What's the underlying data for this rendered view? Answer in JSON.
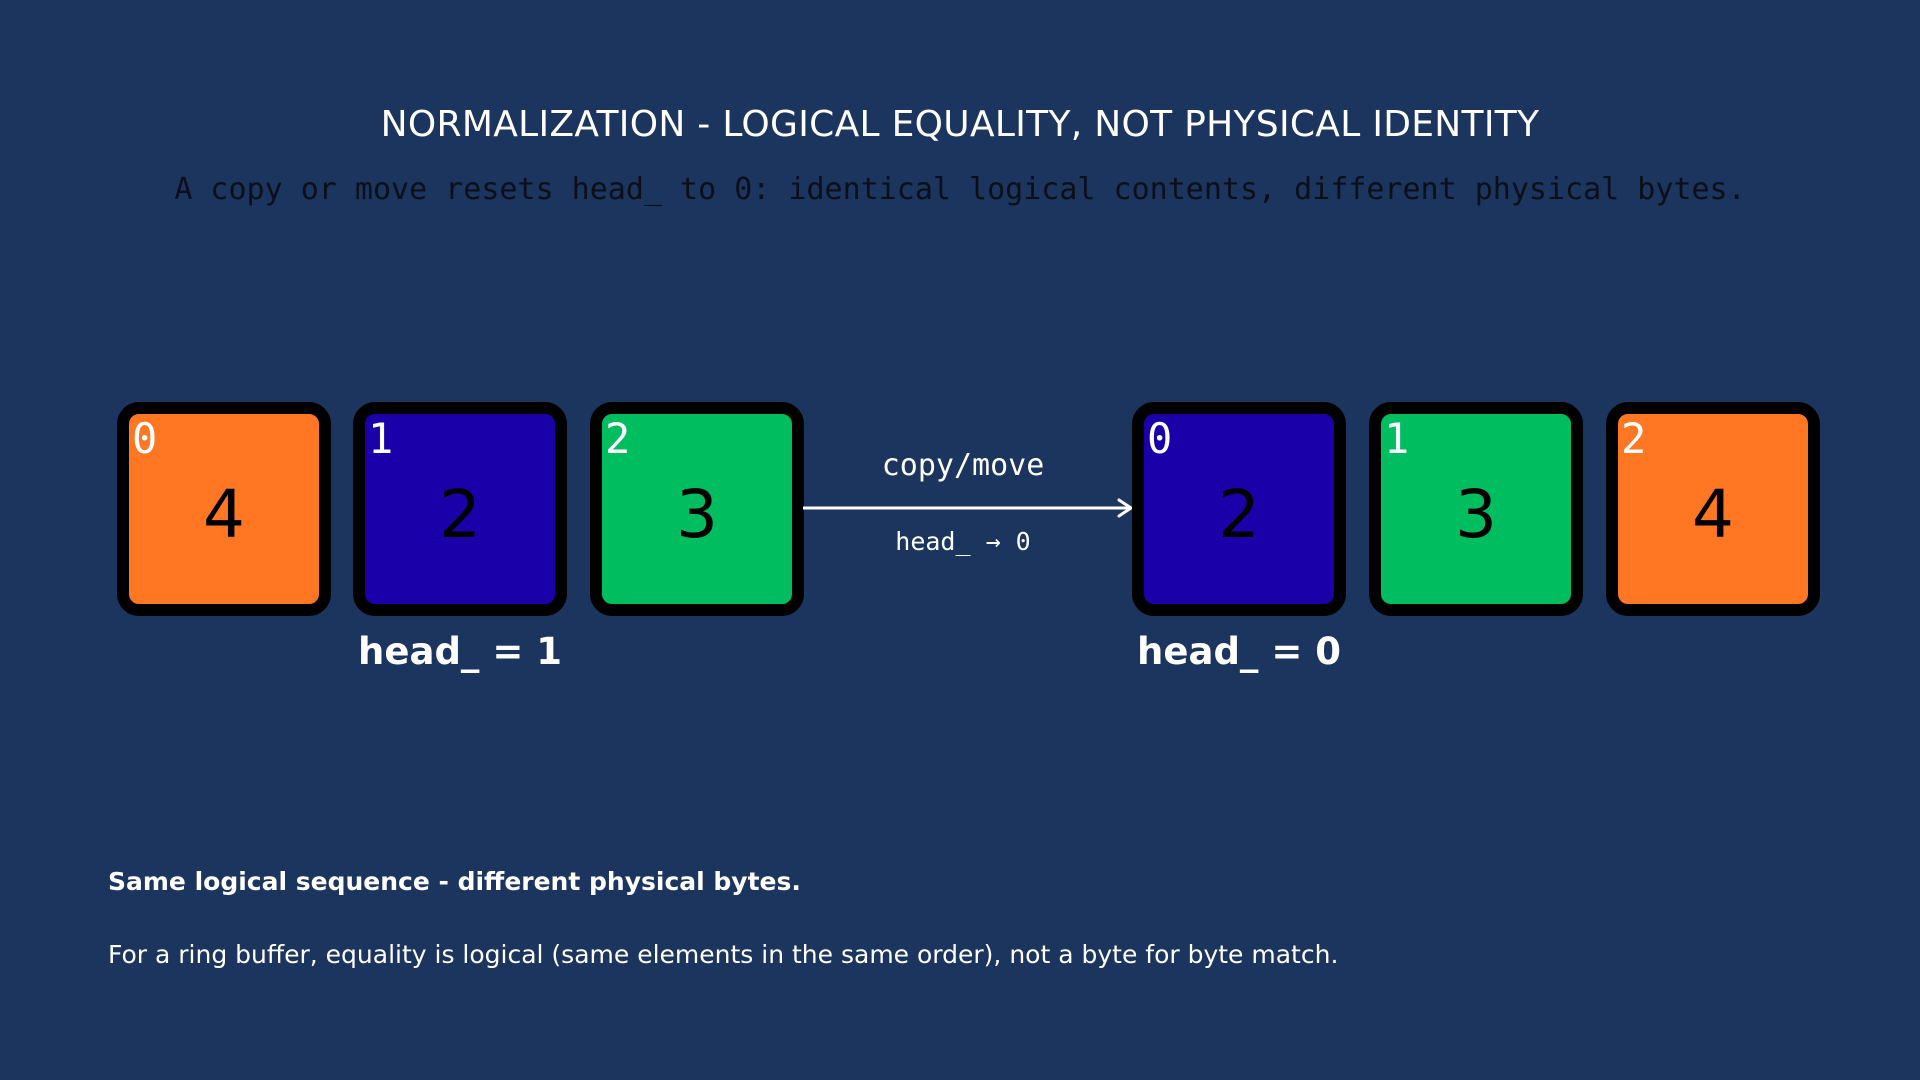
{
  "title": "NORMALIZATION - LOGICAL EQUALITY, NOT PHYSICAL IDENTITY",
  "subtitle": "A copy or move resets head_ to 0: identical logical contents, different physical bytes.",
  "colors": {
    "background": "#1c355e",
    "orange": "#ff7722",
    "blue": "#1a00a8",
    "green": "#00bd60",
    "border": "#000000",
    "subtitle_text": "#0b0f19"
  },
  "before": {
    "cells": [
      {
        "index": "0",
        "value": "4",
        "color": "#ff7722"
      },
      {
        "index": "1",
        "value": "2",
        "color": "#1a00a8"
      },
      {
        "index": "2",
        "value": "3",
        "color": "#00bd60"
      }
    ],
    "head_label": "head_ = 1"
  },
  "arrow": {
    "label": "copy/move",
    "sublabel": "head_ → 0"
  },
  "after": {
    "cells": [
      {
        "index": "0",
        "value": "2",
        "color": "#1a00a8"
      },
      {
        "index": "1",
        "value": "3",
        "color": "#00bd60"
      },
      {
        "index": "2",
        "value": "4",
        "color": "#ff7722"
      }
    ],
    "head_label": "head_ = 0"
  },
  "notes": {
    "bold": "Same logical sequence - different physical bytes.",
    "body": "For a ring buffer, equality is logical (same elements in the same order), not a byte for byte match."
  }
}
